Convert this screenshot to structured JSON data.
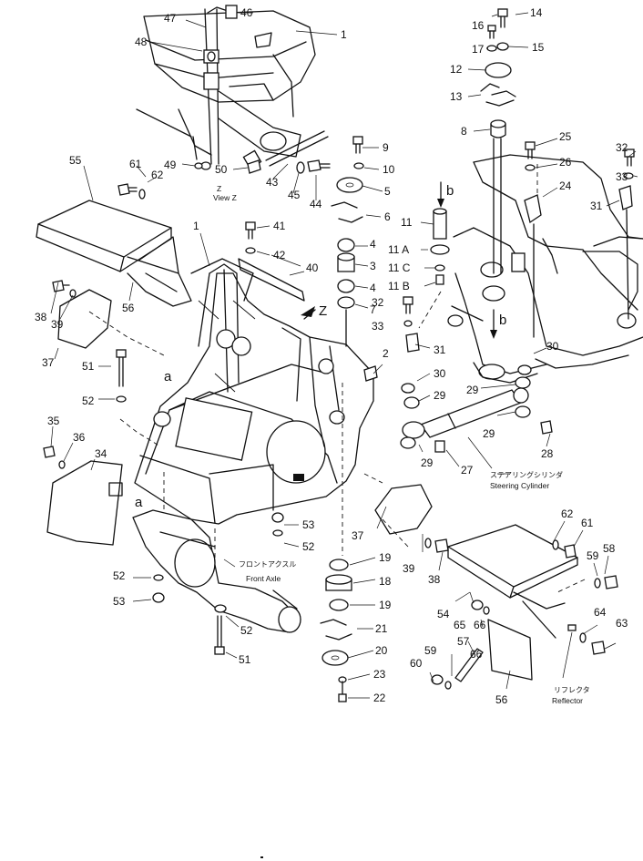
{
  "view_caption": {
    "line1": "Z",
    "line2": "View Z"
  },
  "captions": {
    "steering_cylinder_jp": "ステアリングシリンダ",
    "steering_cylinder_en": "Steering Cylinder",
    "front_axle_jp": "フロントアクスル",
    "front_axle_en": "Front Axle",
    "reflector_jp": "リフレクタ",
    "reflector_en": "Reflector"
  },
  "markers": {
    "b": "b",
    "a": "a",
    "z": "Z"
  },
  "part_numbers": {
    "p1": "1",
    "p2": "2",
    "p3": "3",
    "p4": "4",
    "p5": "5",
    "p6": "6",
    "p7": "7",
    "p8": "8",
    "p9": "9",
    "p10": "10",
    "p11": "11",
    "p11a": "11 A",
    "p11b": "11 B",
    "p11c": "11 C",
    "p12": "12",
    "p13": "13",
    "p14": "14",
    "p15": "15",
    "p16": "16",
    "p17": "17",
    "p18": "18",
    "p19": "19",
    "p20": "20",
    "p21": "21",
    "p22": "22",
    "p23": "23",
    "p24": "24",
    "p25": "25",
    "p26": "26",
    "p27": "27",
    "p28": "28",
    "p29": "29",
    "p30": "30",
    "p31": "31",
    "p32": "32",
    "p33": "33",
    "p34": "34",
    "p35": "35",
    "p36": "36",
    "p37": "37",
    "p38": "38",
    "p39": "39",
    "p40": "40",
    "p41": "41",
    "p42": "42",
    "p43": "43",
    "p44": "44",
    "p45": "45",
    "p46": "46",
    "p47": "47",
    "p48": "48",
    "p49": "49",
    "p50": "50",
    "p51": "51",
    "p52": "52",
    "p53": "53",
    "p54": "54",
    "p55": "55",
    "p56": "56",
    "p57": "57",
    "p58": "58",
    "p59": "59",
    "p60": "60",
    "p61": "61",
    "p62": "62",
    "p63": "63",
    "p64": "64",
    "p65": "65",
    "p66": "66"
  }
}
